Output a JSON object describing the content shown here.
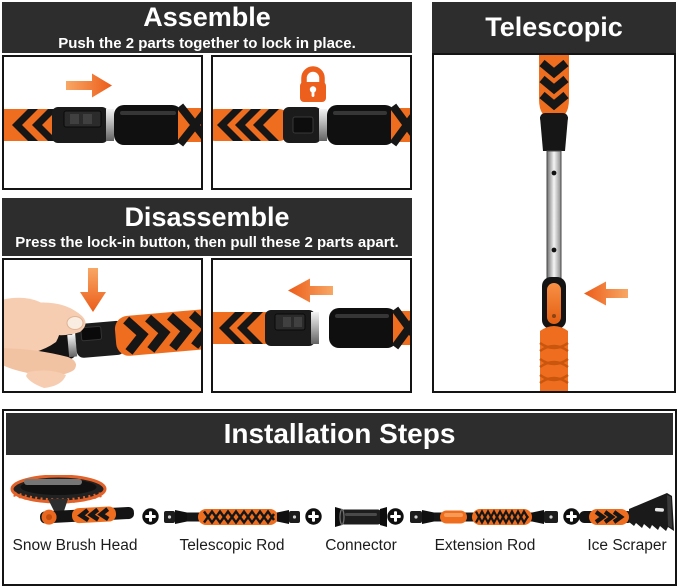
{
  "colors": {
    "header_background": "#2d2d2d",
    "accent_orange": "#ef6d1e",
    "panel_border": "#141414",
    "header_text": "#ffffff",
    "label_text": "#1c1c1c"
  },
  "assemble": {
    "title": "Assemble",
    "subtitle": "Push the 2 parts together to lock in place.",
    "step1_icon": "right-arrow-icon",
    "step2_icon": "lock-icon"
  },
  "disassemble": {
    "title": "Disassemble",
    "subtitle": "Press the lock-in button, then pull these 2 parts apart.",
    "step1_icon": "down-arrow-icon",
    "step2_icon": "left-arrow-icon"
  },
  "telescopic": {
    "title": "Telescopic",
    "pointer_icon": "left-arrow-icon"
  },
  "installation": {
    "title": "Installation Steps",
    "separator_icon": "plus-icon",
    "parts": [
      {
        "label": "Snow Brush Head",
        "illustration": "snow-brush-head-illustration"
      },
      {
        "label": "Telescopic Rod",
        "illustration": "telescopic-rod-illustration"
      },
      {
        "label": "Connector",
        "illustration": "connector-illustration"
      },
      {
        "label": "Extension Rod",
        "illustration": "extension-rod-illustration"
      },
      {
        "label": "Ice Scraper",
        "illustration": "ice-scraper-illustration"
      }
    ]
  }
}
